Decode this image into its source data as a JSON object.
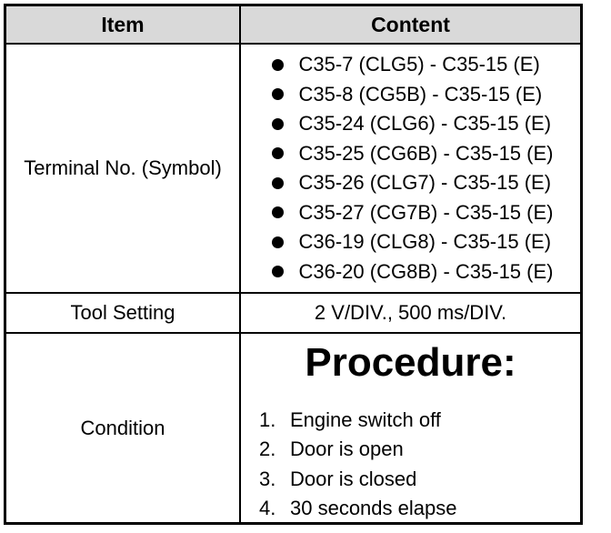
{
  "header": {
    "item": "Item",
    "content": "Content"
  },
  "terminal": {
    "label": "Terminal No. (Symbol)",
    "items": [
      "C35-7 (CLG5) - C35-15 (E)",
      "C35-8 (CG5B) - C35-15 (E)",
      "C35-24 (CLG6) - C35-15 (E)",
      "C35-25 (CG6B) - C35-15 (E)",
      "C35-26 (CLG7) - C35-15 (E)",
      "C35-27 (CG7B) - C35-15 (E)",
      "C36-19 (CLG8) - C35-15 (E)",
      "C36-20 (CG8B) - C35-15 (E)"
    ]
  },
  "tool": {
    "label": "Tool Setting",
    "value": "2 V/DIV., 500 ms/DIV."
  },
  "condition": {
    "label": "Condition",
    "title": "Procedure:",
    "steps": [
      {
        "num": "1.",
        "text": "Engine switch off"
      },
      {
        "num": "2.",
        "text": "Door is open"
      },
      {
        "num": "3.",
        "text": "Door is closed"
      },
      {
        "num": "4.",
        "text": "30 seconds elapse"
      }
    ]
  }
}
